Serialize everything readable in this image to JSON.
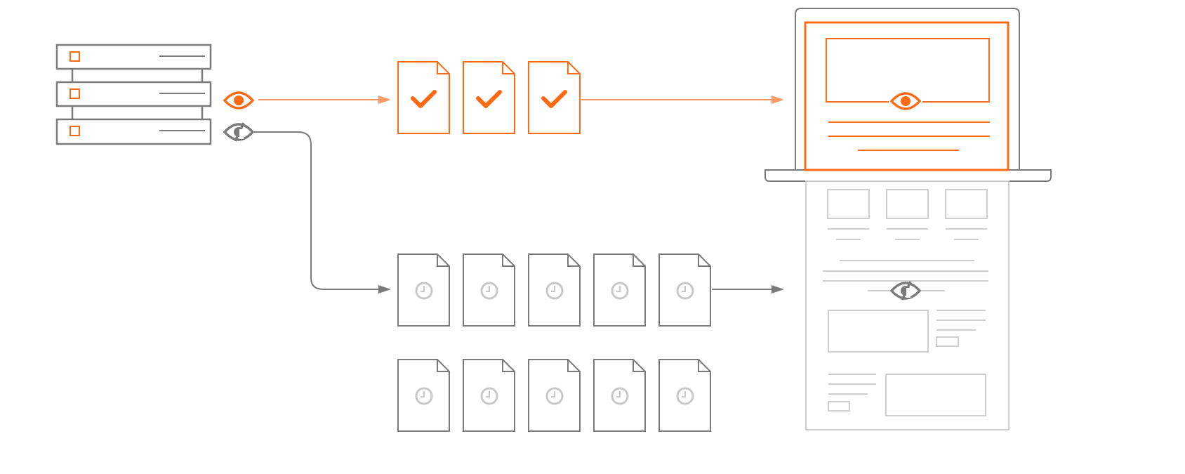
{
  "colors": {
    "accent": "#ff6a13",
    "accent_light": "#ff9a66",
    "stroke": "#7a7a7a",
    "faint": "#cfcfcf",
    "clock": "#c8c8c8"
  },
  "diagram": {
    "source": {
      "icon": "server-stack-icon",
      "units": 3
    },
    "visible_path": {
      "icon": "eye-icon",
      "documents": 3,
      "document_icon": "checkmark-icon"
    },
    "hidden_path": {
      "icon": "eye-slash-icon",
      "documents": 10,
      "document_icon": "clock-icon"
    },
    "target": {
      "icon": "laptop-icon",
      "visible_icon": "eye-icon",
      "below_fold_icon": "eye-slash-icon"
    }
  }
}
